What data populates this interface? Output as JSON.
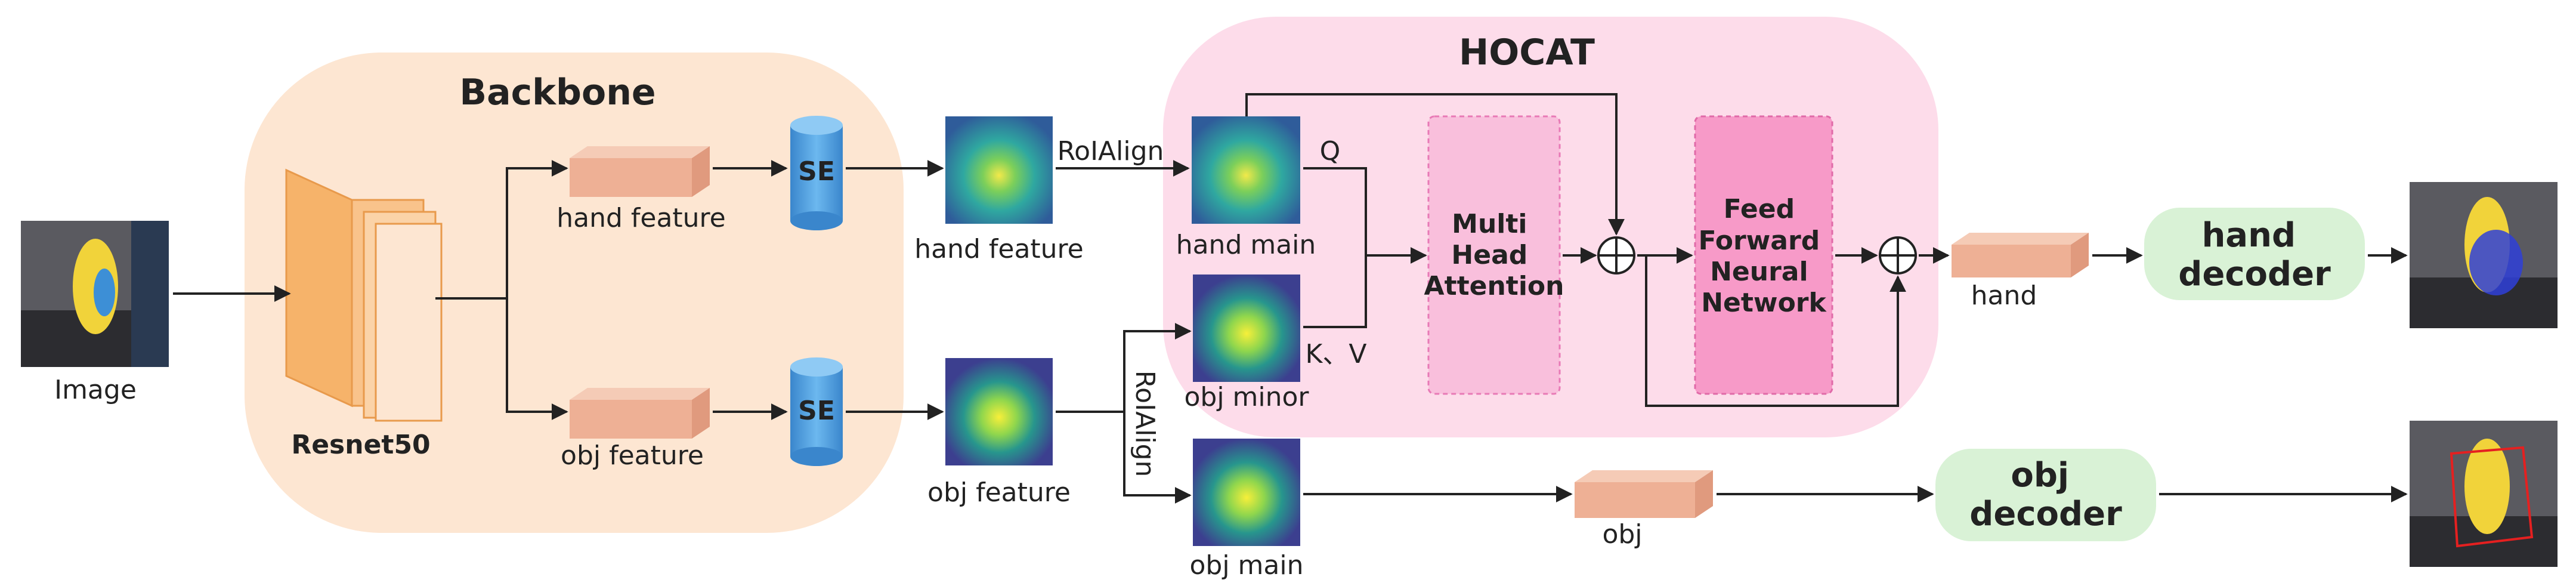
{
  "diagram": {
    "backbone_title": "Backbone",
    "hocat_title": "HOCAT",
    "image_label": "Image",
    "resnet_label": "Resnet50",
    "hand_feature_label": "hand feature",
    "obj_feature_label": "obj feature",
    "se_label": "SE",
    "hand_feature_map_label": "hand feature",
    "obj_feature_map_label": "obj feature",
    "roialign_top": "RoIAlign",
    "roialign_side": "RoIAlign",
    "hand_main_label": "hand main",
    "obj_minor_label": "obj minor",
    "obj_main_label": "obj main",
    "q_label": "Q",
    "kv_label": "K、V",
    "mha_lines": [
      "Multi",
      "Head",
      "Attention"
    ],
    "ffn_lines": [
      "Feed",
      "Forward",
      "Neural",
      "Network"
    ],
    "hand_out_label": "hand",
    "obj_out_label": "obj",
    "hand_decoder_lines": [
      "hand",
      "decoder"
    ],
    "obj_decoder_lines": [
      "obj",
      "decoder"
    ],
    "colors": {
      "backbone_bg": "#fde6d2",
      "hocat_bg": "#fddcea",
      "resnet": "#f6b36a",
      "feature_box": "#eeb095",
      "se_cylinder": "#4a9ee0",
      "attention_box": "#f9bfdc",
      "ffn_box": "#f79ac8",
      "decoder_box": "#d9f2d6"
    }
  }
}
